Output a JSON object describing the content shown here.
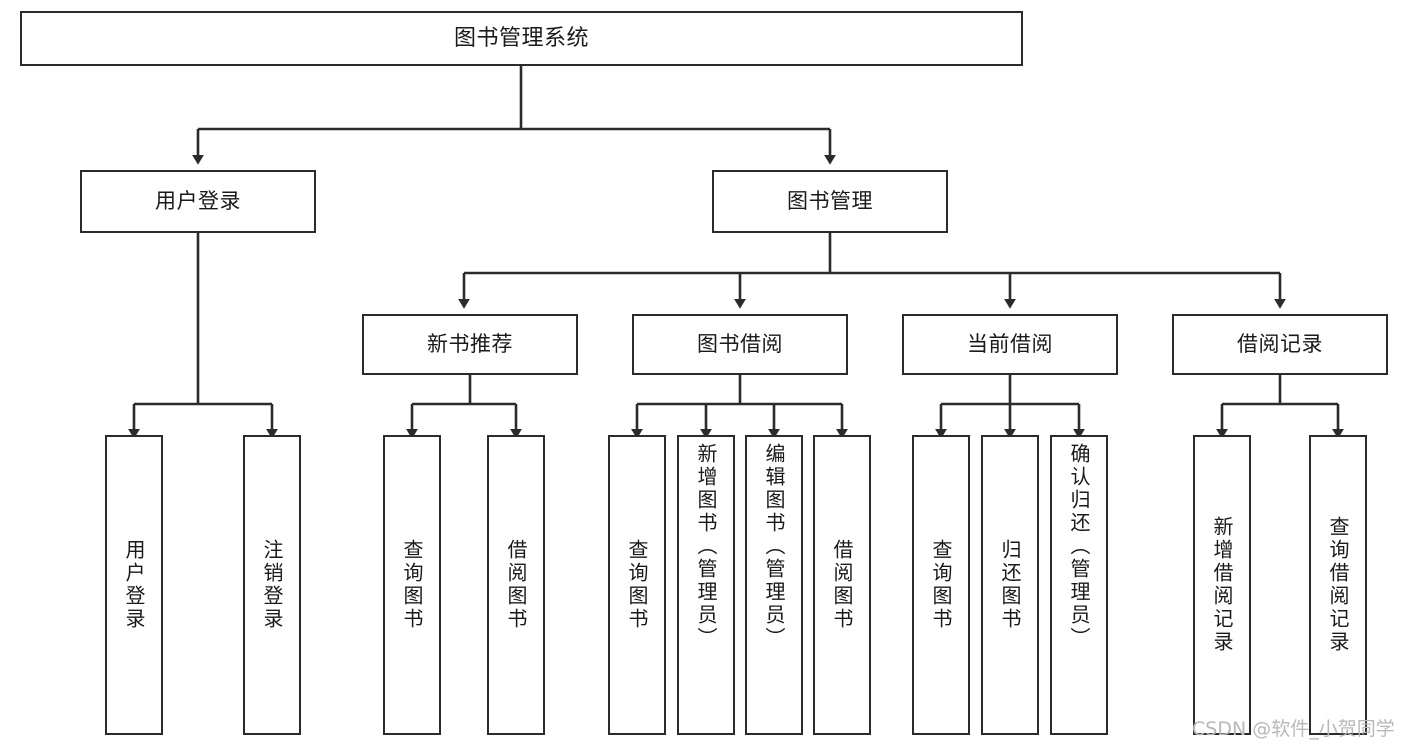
{
  "diagram": {
    "title": "图书管理系统",
    "type": "tree",
    "root": {
      "label": "图书管理系统"
    },
    "level2": [
      {
        "id": "user-login",
        "label": "用户登录"
      },
      {
        "id": "book-management",
        "label": "图书管理"
      }
    ],
    "level3": [
      {
        "id": "new-book-recommend",
        "label": "新书推荐",
        "parent": "book-management"
      },
      {
        "id": "book-borrow",
        "label": "图书借阅",
        "parent": "book-management"
      },
      {
        "id": "current-borrow",
        "label": "当前借阅",
        "parent": "book-management"
      },
      {
        "id": "borrow-record",
        "label": "借阅记录",
        "parent": "book-management"
      }
    ],
    "leaves": [
      {
        "id": "leaf-user-login",
        "label": "用户登录",
        "parent": "user-login"
      },
      {
        "id": "leaf-logout-login",
        "label": "注销登录",
        "parent": "user-login"
      },
      {
        "id": "leaf-query-book-1",
        "label": "查询图书",
        "parent": "new-book-recommend"
      },
      {
        "id": "leaf-borrow-book-1",
        "label": "借阅图书",
        "parent": "new-book-recommend"
      },
      {
        "id": "leaf-query-book-2",
        "label": "查询图书",
        "parent": "book-borrow"
      },
      {
        "id": "leaf-add-book",
        "label": "新增图书（管理员）",
        "parent": "book-borrow"
      },
      {
        "id": "leaf-edit-book",
        "label": "编辑图书（管理员）",
        "parent": "book-borrow"
      },
      {
        "id": "leaf-borrow-book-2",
        "label": "借阅图书",
        "parent": "book-borrow"
      },
      {
        "id": "leaf-query-book-3",
        "label": "查询图书",
        "parent": "current-borrow"
      },
      {
        "id": "leaf-return-book",
        "label": "归还图书",
        "parent": "current-borrow"
      },
      {
        "id": "leaf-confirm-return",
        "label": "确认归还（管理员）",
        "parent": "current-borrow"
      },
      {
        "id": "leaf-add-record",
        "label": "新增借阅记录",
        "parent": "borrow-record"
      },
      {
        "id": "leaf-query-record",
        "label": "查询借阅记录",
        "parent": "borrow-record"
      }
    ],
    "watermark": "CSDN @软件_小贺同学",
    "colors": {
      "stroke": "#2b2b2b",
      "fill": "#ffffff",
      "text": "#1a1a1a",
      "watermark": "#b8b8b8"
    }
  }
}
